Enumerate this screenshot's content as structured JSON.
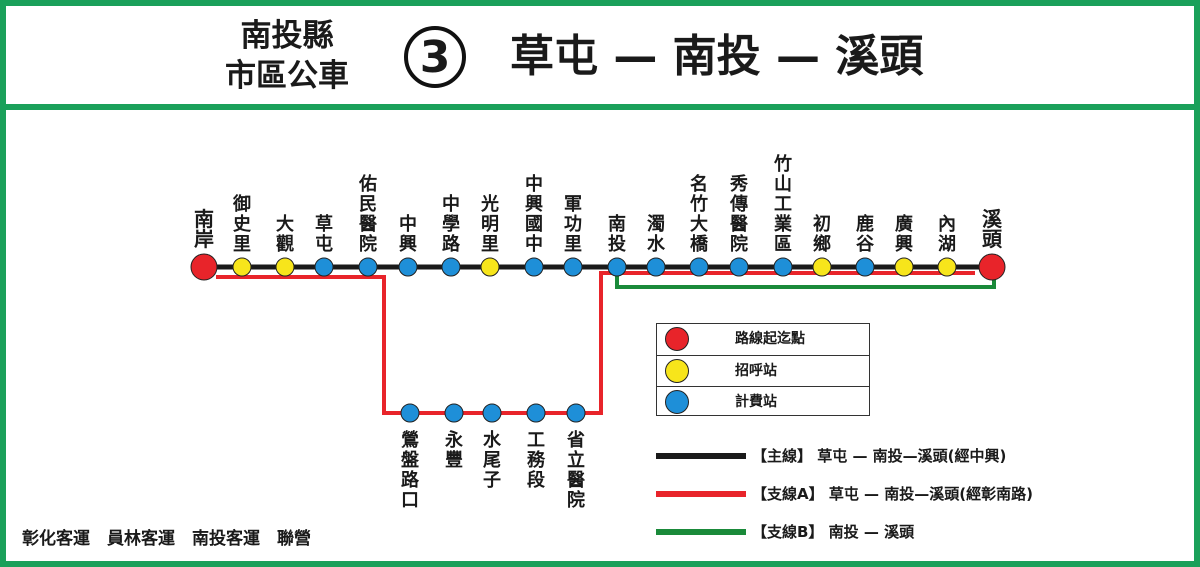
{
  "header": {
    "agency_line1": "南投縣",
    "agency_line2": "市區公車",
    "route_number": "3",
    "route_title": "草屯 — 南投 — 溪頭"
  },
  "stops_main": [
    {
      "name": "南岸",
      "type": "terminal"
    },
    {
      "name": "御史里",
      "type": "flag"
    },
    {
      "name": "大觀",
      "type": "flag"
    },
    {
      "name": "草屯",
      "type": "fare"
    },
    {
      "name": "佑民醫院",
      "type": "fare"
    },
    {
      "name": "中興",
      "type": "fare"
    },
    {
      "name": "中學路",
      "type": "fare"
    },
    {
      "name": "光明里",
      "type": "flag"
    },
    {
      "name": "中興國中",
      "type": "fare"
    },
    {
      "name": "軍功里",
      "type": "fare"
    },
    {
      "name": "南投",
      "type": "fare"
    },
    {
      "name": "濁水",
      "type": "fare"
    },
    {
      "name": "名竹大橋",
      "type": "fare"
    },
    {
      "name": "秀傳醫院",
      "type": "fare"
    },
    {
      "name": "竹山工業區",
      "type": "fare"
    },
    {
      "name": "初鄉",
      "type": "flag"
    },
    {
      "name": "鹿谷",
      "type": "fare"
    },
    {
      "name": "廣興",
      "type": "flag"
    },
    {
      "name": "內湖",
      "type": "flag"
    },
    {
      "name": "溪頭",
      "type": "terminal"
    }
  ],
  "stops_branch_a": [
    {
      "name": "鶯盤路口",
      "type": "fare"
    },
    {
      "name": "永豐",
      "type": "fare"
    },
    {
      "name": "水尾子",
      "type": "fare"
    },
    {
      "name": "工務段",
      "type": "fare"
    },
    {
      "name": "省立醫院",
      "type": "fare"
    }
  ],
  "legend": {
    "terminal": "路線起迄點",
    "flag": "招呼站",
    "fare": "計費站"
  },
  "lines": {
    "main": "【主線】 草屯 — 南投—溪頭(經中興)",
    "branch_a": "【支線A】 草屯 — 南投—溪頭(經彰南路)",
    "branch_b": "【支線B】 南投 — 溪頭"
  },
  "operators": "彰化客運　員林客運　南投客運　聯營",
  "colors": {
    "frame": "#1aa05a",
    "main_line": "#1a1a1a",
    "branch_a_line": "#e8242a",
    "branch_b_line": "#1a8a3a",
    "terminal": "#e8242a",
    "flag": "#f7e51b",
    "fare": "#1e8fd8"
  }
}
